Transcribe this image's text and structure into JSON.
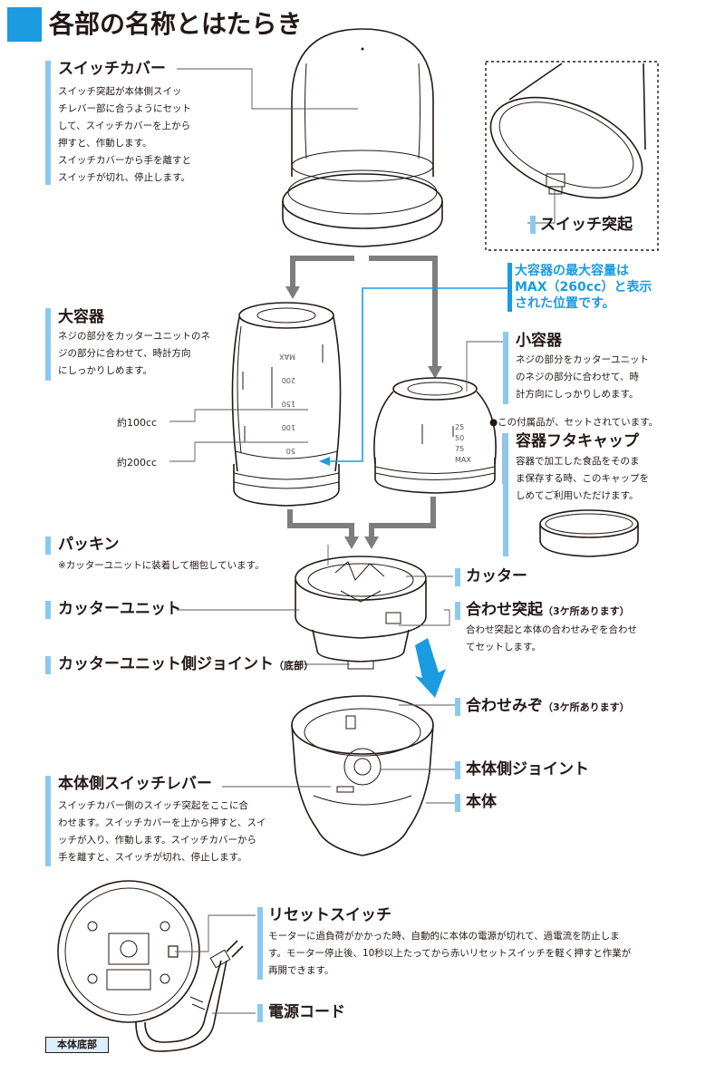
{
  "title": "各部の名称とはたらき",
  "parts": {
    "switch_cover": {
      "name": "スイッチカバー",
      "desc": [
        "スイッチ突起が本体側スイッ",
        "チレバー部に合うようにセット",
        "して、スイッチカバーを上から",
        "押すと、作動します。",
        "スイッチカバーから手を離すと",
        "スイッチが切れ、停止します。"
      ]
    },
    "switch_protrusion": {
      "name": "スイッチ突起"
    },
    "max_note": [
      "大容器の最大容量は",
      "MAX（260cc）と表示",
      "された位置です。"
    ],
    "large_container": {
      "name": "大容器",
      "desc": [
        "ネジの部分をカッターユニットのネ",
        "ジの部分に合わせて、時計方向",
        "にしっかりしめます。"
      ]
    },
    "small_container": {
      "name": "小容器",
      "desc": [
        "ネジの部分をカッターユニット",
        "のネジの部分に合わせて、時",
        "計方向にしっかりしめます。"
      ]
    },
    "approx_100": "約100cc",
    "approx_200": "約200cc",
    "accessory_note": "●この付属品が、セットされています。",
    "cap": {
      "name": "容器フタキャップ",
      "desc": [
        "容器で加工した食品をそのま",
        "ま保存する時、このキャップを",
        "しめてご利用いただけます。"
      ]
    },
    "packing": {
      "name": "パッキン",
      "note": "※カッターユニットに装着して梱包しています。"
    },
    "cutter": {
      "name": "カッター"
    },
    "cutter_unit": {
      "name": "カッターユニット"
    },
    "alignment_protrusion": {
      "name": "合わせ突起",
      "suffix": "（3ケ所あります）",
      "desc": [
        "合わせ突起と本体の合わせみぞを合わせ",
        "てセットします。"
      ]
    },
    "cutter_joint": {
      "name": "カッターユニット側ジョイント",
      "suffix": "（底部）"
    },
    "alignment_groove": {
      "name": "合わせみぞ",
      "suffix": "（3ケ所あります）"
    },
    "body_joint": {
      "name": "本体側ジョイント"
    },
    "body": {
      "name": "本体"
    },
    "body_switch_lever": {
      "name": "本体側スイッチレバー",
      "desc": [
        "スイッチカバー側のスイッチ突起をここに合",
        "わせます。スイッチカバーを上から押すと、スイ",
        "ッチが入り、作動します。スイッチカバーから",
        "手を離すと、スイッチが切れ、停止します。"
      ]
    },
    "reset_switch": {
      "name": "リセットスイッチ",
      "desc": [
        "モーターに過負荷がかかった時、自動的に本体の電源が切れて、過電流を防止しま",
        "す。モーター停止後、10秒以上たってから赤いリセットスイッチを軽く押すと作業が",
        "再開できます。"
      ]
    },
    "power_cord": {
      "name": "電源コード"
    },
    "body_bottom": "本体底部"
  },
  "container_marks": {
    "large": [
      "50",
      "100",
      "150",
      "200",
      "MAX"
    ],
    "small": [
      "25",
      "50",
      "75",
      "MAX"
    ]
  },
  "colors": {
    "accent": "#1a9be2",
    "bar": "#8cc8ef",
    "arrow_gray": "#7d7d7d"
  }
}
